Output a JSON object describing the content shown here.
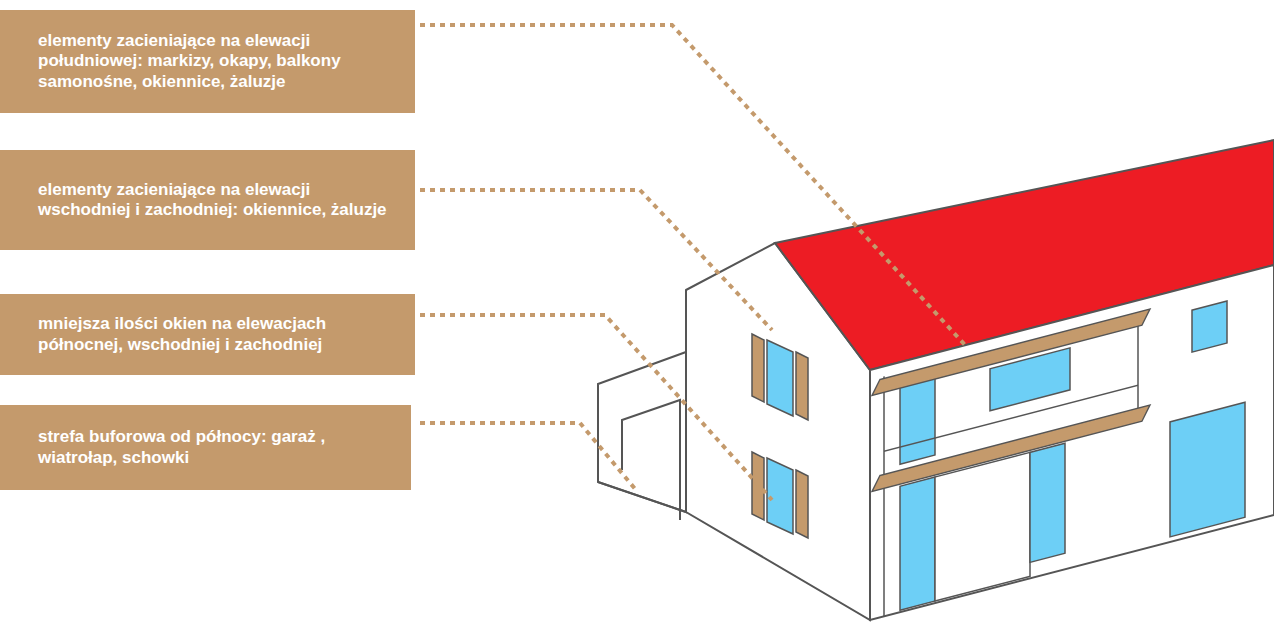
{
  "diagram": {
    "nodes": [
      {
        "text": [
          "elementy zacieniające na elewacji południowej: markizy, okapy, balkony samonośne, okiennice, żaluzje"
        ]
      },
      {
        "text": [
          "elementy zacieniające na elewacji wschodniej i zachodniej: okiennice, żaluzje"
        ]
      },
      {
        "text": [
          "mniejsza ilości okien na elewacjach północnej, wschodniej i zachodniej"
        ]
      },
      {
        "text": [
          "strefa buforowa od północy: garaż , wiatrołap, schowki"
        ]
      }
    ]
  }
}
